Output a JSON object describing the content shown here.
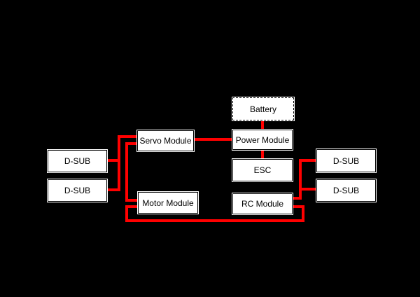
{
  "diagram": {
    "background_color": "#000000",
    "wire_color": "#ff0000",
    "node_fill": "#ffffff",
    "node_border_color": "#000000",
    "nodes": [
      {
        "id": "battery",
        "label": "Battery",
        "border_style": "dashed"
      },
      {
        "id": "servo-module",
        "label": "Servo Module",
        "border_style": "solid"
      },
      {
        "id": "power-module",
        "label": "Power Module",
        "border_style": "solid"
      },
      {
        "id": "esc",
        "label": "ESC",
        "border_style": "solid"
      },
      {
        "id": "motor-module",
        "label": "Motor Module",
        "border_style": "solid"
      },
      {
        "id": "rc-module",
        "label": "RC Module",
        "border_style": "solid"
      },
      {
        "id": "dsub-left-top",
        "label": "D-SUB",
        "border_style": "solid"
      },
      {
        "id": "dsub-left-bottom",
        "label": "D-SUB",
        "border_style": "solid"
      },
      {
        "id": "dsub-right-top",
        "label": "D-SUB",
        "border_style": "solid"
      },
      {
        "id": "dsub-right-bottom",
        "label": "D-SUB",
        "border_style": "solid"
      }
    ],
    "edges": [
      {
        "from": "battery",
        "to": "power-module"
      },
      {
        "from": "power-module",
        "to": "esc"
      },
      {
        "from": "servo-module",
        "to": "power-module"
      },
      {
        "from": "servo-module",
        "to": "dsub-left-top"
      },
      {
        "from": "servo-module",
        "to": "dsub-left-bottom"
      },
      {
        "from": "servo-module",
        "to": "motor-module"
      },
      {
        "from": "motor-module",
        "to": "rc-module"
      },
      {
        "from": "rc-module",
        "to": "dsub-right-top"
      },
      {
        "from": "rc-module",
        "to": "dsub-right-bottom"
      }
    ]
  }
}
